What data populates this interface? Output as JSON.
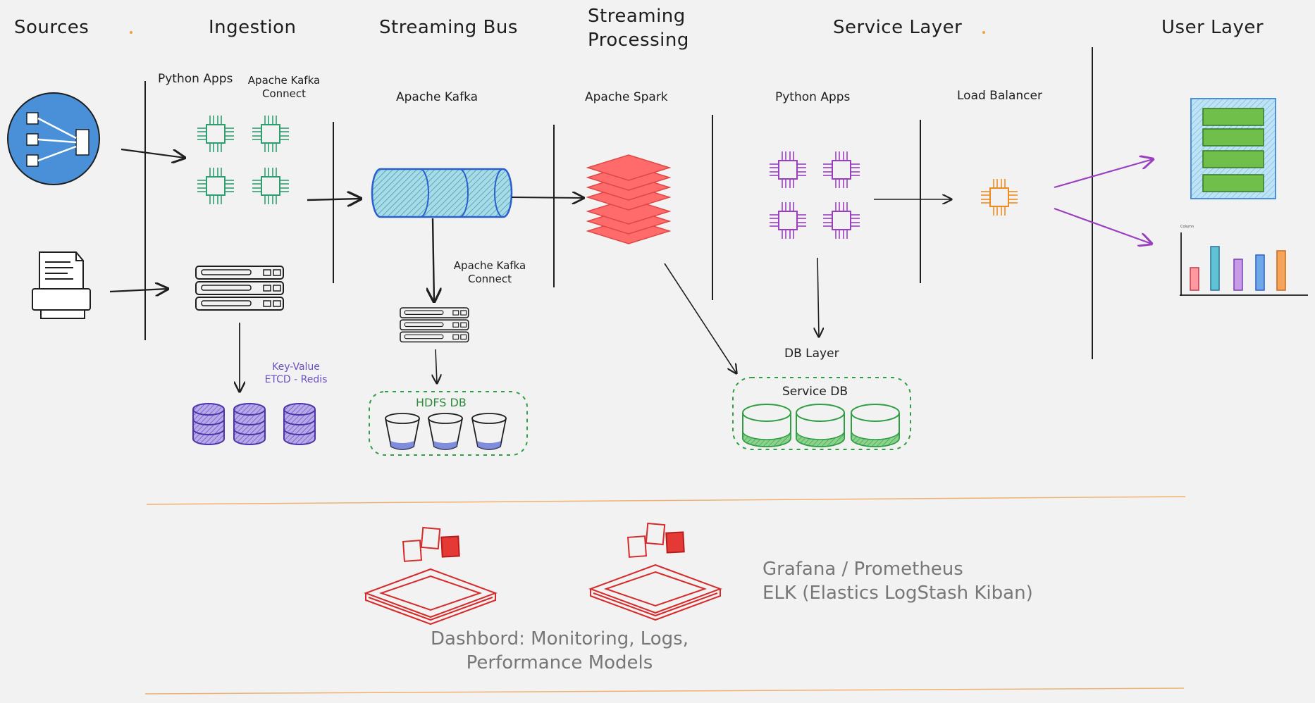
{
  "headers": {
    "sources": "Sources",
    "ingestion": "Ingestion",
    "streaming_bus": "Streaming Bus",
    "streaming_processing_1": "Streaming",
    "streaming_processing_2": "Processing",
    "service_layer": "Service Layer",
    "user_layer": "User Layer"
  },
  "labels": {
    "python_apps_ingestion": "Python Apps",
    "kafka_connect_top_1": "Apache Kafka",
    "kafka_connect_top_2": "Connect",
    "apache_kafka": "Apache Kafka",
    "apache_spark": "Apache Spark",
    "python_apps_service": "Python Apps",
    "load_balancer": "Load Balancer",
    "kafka_connect_mid_1": "Apache Kafka",
    "kafka_connect_mid_2": "Connect",
    "kv_1": "Key-Value",
    "kv_2": "ETCD - Redis",
    "hdfs_db": "HDFS DB",
    "db_layer": "DB Layer",
    "service_db": "Service DB",
    "mini_chart_title": "Column"
  },
  "monitoring": {
    "tools_1": "Grafana / Prometheus",
    "tools_2": "ELK (Elastics LogStash Kiban)",
    "dashboard_1": "Dashbord: Monitoring, Logs,",
    "dashboard_2": "Performance Models"
  },
  "colors": {
    "background": "#f2f2f2",
    "source_circle": "#4a90d9",
    "kafka_cylinder": "#4fb3c8",
    "spark": "#ff6b6b",
    "ingestion_chips": "#2f9e6f",
    "service_chips": "#9b3fc1",
    "load_balancer": "#f08c1e",
    "redis": "#6a4fc9",
    "hdfs": "#2f9e44",
    "dashboard_report": "#6fbf4a",
    "monitoring": "#d62b2b",
    "arrows_user": "#9b3fc1",
    "separator": "#f0b070"
  },
  "icons": [
    "workflow-icon",
    "printer-icon",
    "chip-icon",
    "server-icon",
    "database-icon",
    "cylinder-icon",
    "layers-icon",
    "bucket-icon",
    "report-icon",
    "bar-chart-icon",
    "dashboard-icon"
  ]
}
